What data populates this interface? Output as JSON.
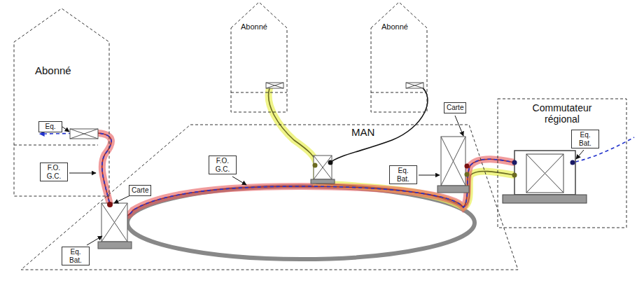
{
  "diagram": {
    "nodes": [
      {
        "text": [
          "Abonné"
        ]
      },
      {
        "text": [
          "Eq."
        ],
        "in": 0
      },
      {
        "text": [
          "F.O. G.C."
        ],
        "in": 0
      },
      {
        "text": [
          "Abonné"
        ]
      },
      {
        "text": [
          "Abonné"
        ]
      },
      {
        "text": [
          "MAN"
        ]
      },
      {
        "text": [
          "F.O. G.C."
        ],
        "in": 5
      },
      {
        "text": [
          "Eq. Bat."
        ],
        "in": 5
      },
      {
        "text": [
          "Carte"
        ],
        "in": 5
      },
      {
        "text": [
          "Eq. Bat."
        ],
        "in": 5
      },
      {
        "text": [
          "Carte"
        ]
      },
      {
        "text": [
          "Commutateur régional"
        ]
      },
      {
        "text": [
          "Eq. Bat."
        ],
        "in": 11
      }
    ]
  }
}
